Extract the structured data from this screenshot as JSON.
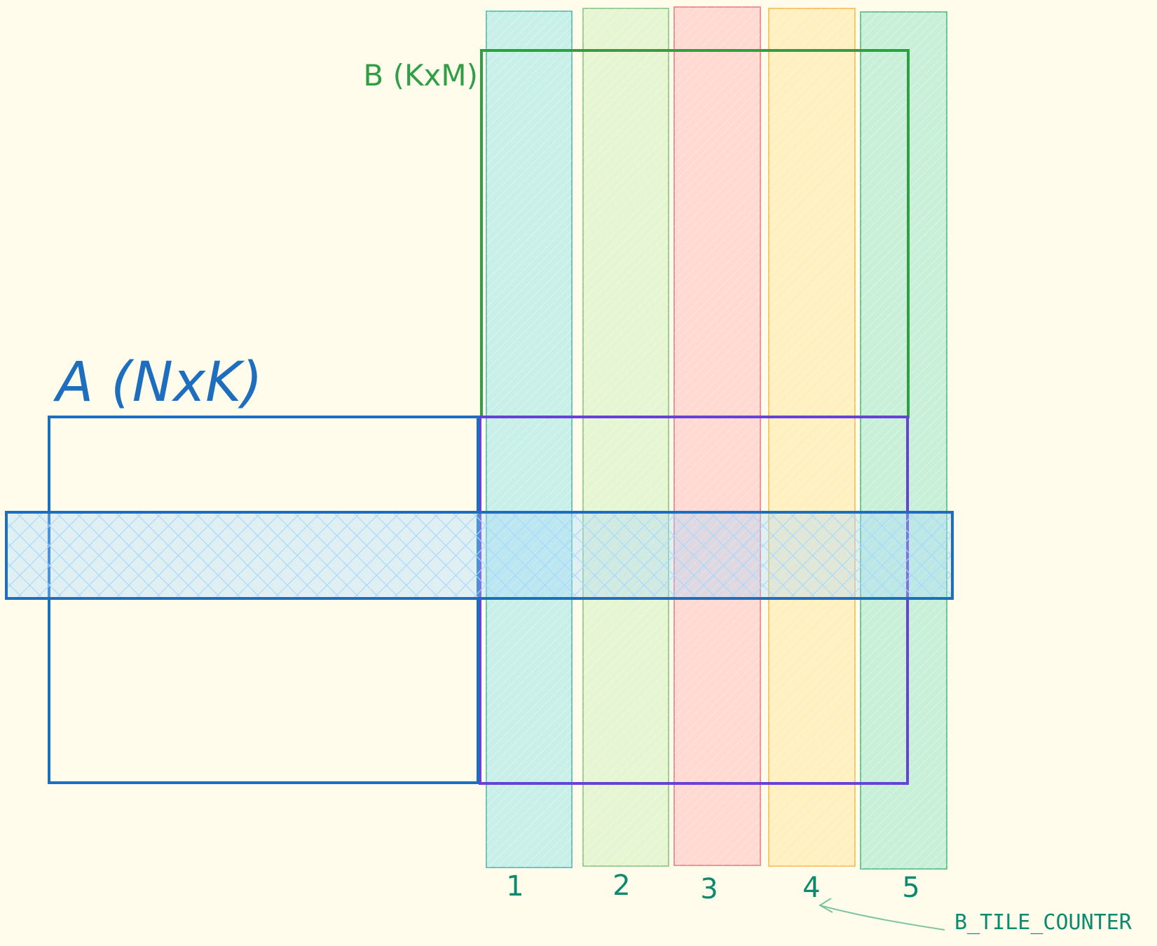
{
  "labels": {
    "matrix_a": "A (NxK)",
    "matrix_b": "B (KxM)",
    "annotation": "B_TILE_COUNTER"
  },
  "tiles": [
    {
      "label": "1",
      "fill": "#c8f0e8",
      "stroke": "#3fb8a8"
    },
    {
      "label": "2",
      "fill": "#e6f5d2",
      "stroke": "#7cc47a"
    },
    {
      "label": "3",
      "fill": "#ffd9d2",
      "stroke": "#e8747c"
    },
    {
      "label": "4",
      "fill": "#fff0c0",
      "stroke": "#f2b84a"
    },
    {
      "label": "5",
      "fill": "#c8f0d8",
      "stroke": "#3fb87a"
    }
  ],
  "colors": {
    "background": "#fffceb",
    "matrix_a": "#1e6ec0",
    "matrix_b": "#2f9e44",
    "result": "#6741d9",
    "row_band_fill": "#a5d8ff",
    "tile_number": "#0b8a6e",
    "annotation": "#0b8a6e",
    "arrow": "#7fc4a0"
  }
}
